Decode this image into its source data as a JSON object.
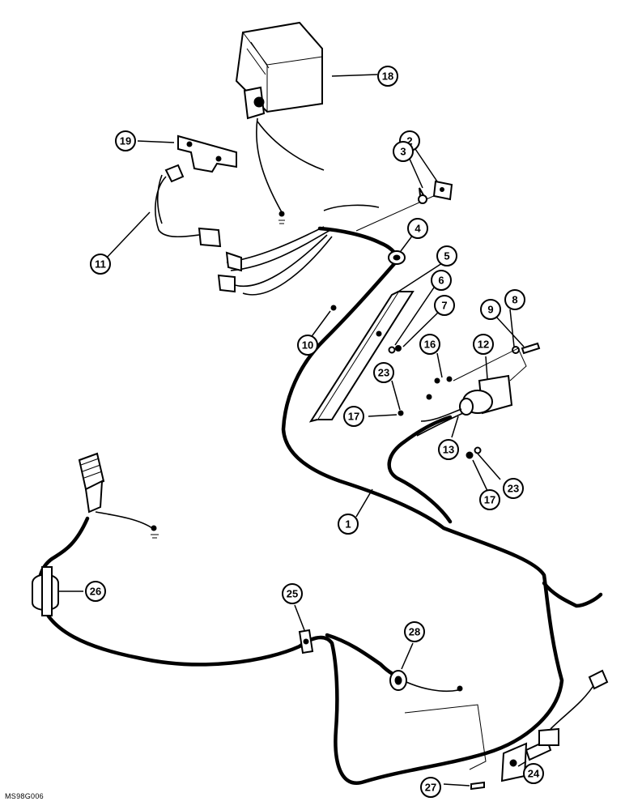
{
  "callouts": [
    {
      "label": "1"
    },
    {
      "label": "2"
    },
    {
      "label": "3"
    },
    {
      "label": "4"
    },
    {
      "label": "5"
    },
    {
      "label": "6"
    },
    {
      "label": "7"
    },
    {
      "label": "8"
    },
    {
      "label": "9"
    },
    {
      "label": "10"
    },
    {
      "label": "11"
    },
    {
      "label": "12"
    },
    {
      "label": "13"
    },
    {
      "label": "16"
    },
    {
      "label": "17"
    },
    {
      "label": "17"
    },
    {
      "label": "18"
    },
    {
      "label": "19"
    },
    {
      "label": "23"
    },
    {
      "label": "23"
    },
    {
      "label": "24"
    },
    {
      "label": "25"
    },
    {
      "label": "26"
    },
    {
      "label": "27"
    },
    {
      "label": "28"
    }
  ],
  "drawing_code": "MS98G006"
}
